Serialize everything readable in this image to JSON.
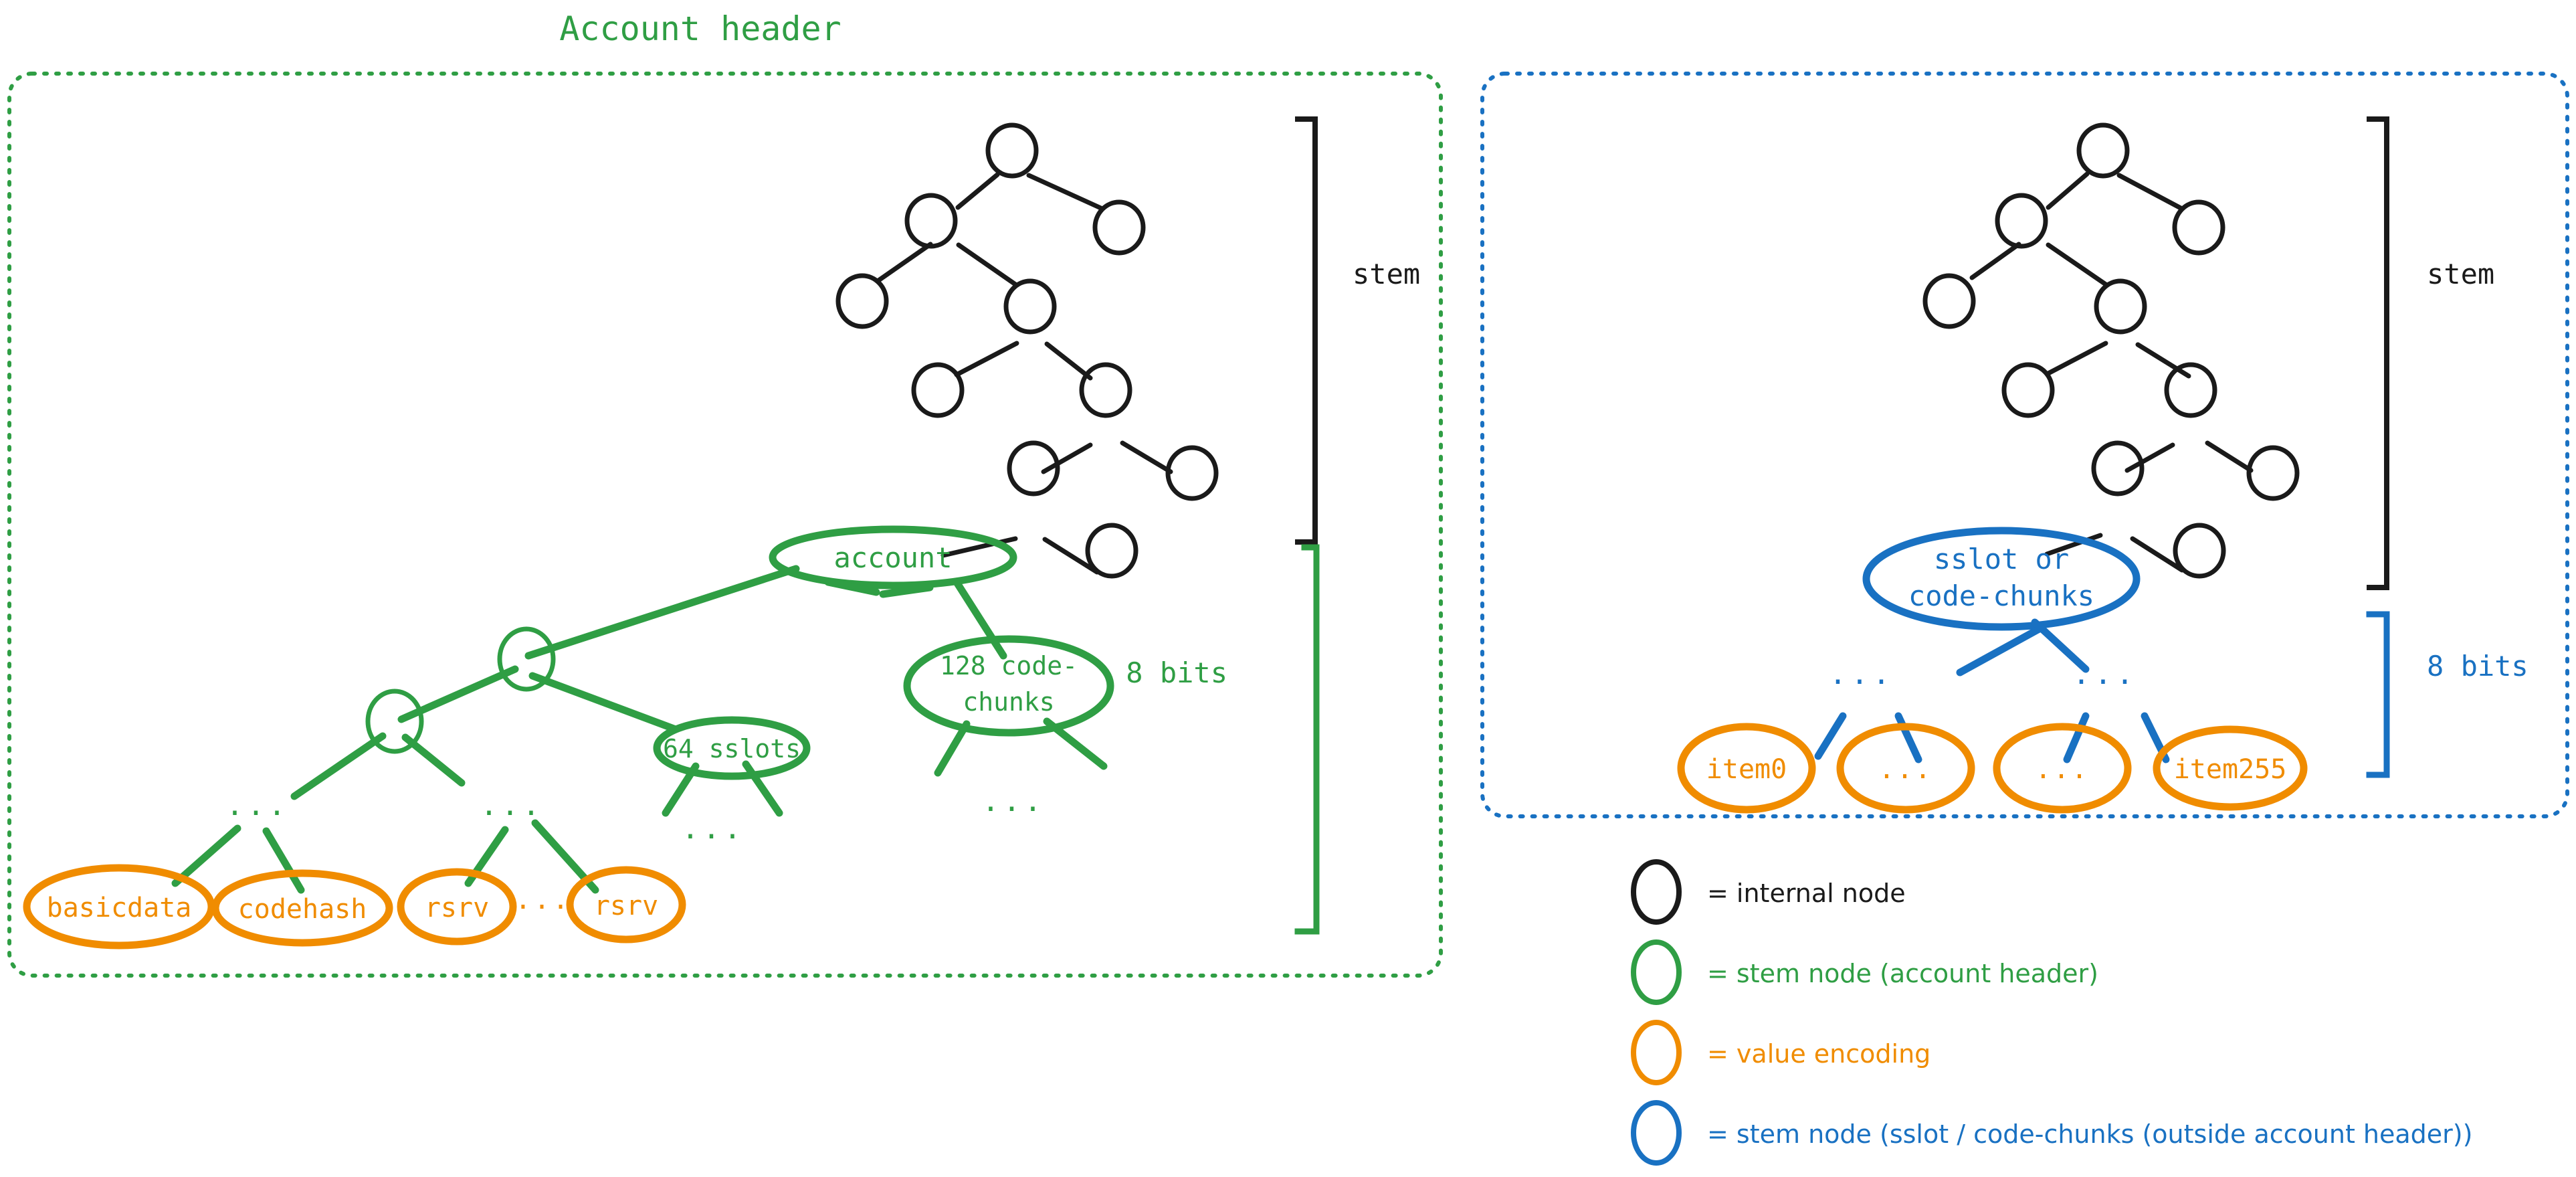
{
  "diagram": {
    "title": "Account header",
    "colors": {
      "green": "#2f9e44",
      "orange": "#f08c00",
      "blue": "#1971c2",
      "black": "#1a1a1a",
      "background": "#ffffff"
    }
  },
  "left_panel": {
    "title": "Account header",
    "border_color": "#2f9e44",
    "stem_bracket_label": "stem",
    "bits_bracket_label": "8 bits",
    "stem_node_label": "account",
    "group_nodes": [
      {
        "label": "64 sslots"
      },
      {
        "label": "128 code-\nchunks"
      }
    ],
    "value_nodes": [
      {
        "label": "basicdata"
      },
      {
        "label": "codehash"
      },
      {
        "label": "rsrv"
      },
      {
        "label": "rsrv"
      }
    ],
    "ellipses": [
      "...",
      "...",
      "...",
      "...",
      "...",
      "..."
    ],
    "internal_node_count": 9,
    "green_internal_node_count": 2
  },
  "right_panel": {
    "border_color": "#1971c2",
    "stem_bracket_label": "stem",
    "bits_bracket_label": "8 bits",
    "stem_node_label": "sslot or\ncode-chunks",
    "stem_node_line1": "sslot or",
    "stem_node_line2": "code-chunks",
    "value_nodes": [
      {
        "label": "item0"
      },
      {
        "label": "..."
      },
      {
        "label": "..."
      },
      {
        "label": "item255"
      }
    ],
    "ellipses": [
      "...",
      "..."
    ],
    "internal_node_count": 9
  },
  "legend": {
    "items": [
      {
        "shape": "ellipse",
        "color": "#1a1a1a",
        "text": "= internal node"
      },
      {
        "shape": "ellipse",
        "color": "#2f9e44",
        "text": "= stem node (account header)"
      },
      {
        "shape": "ellipse",
        "color": "#f08c00",
        "text": "= value encoding"
      },
      {
        "shape": "ellipse",
        "color": "#1971c2",
        "text": "= stem node (sslot / code-chunks (outside account header))"
      }
    ]
  }
}
